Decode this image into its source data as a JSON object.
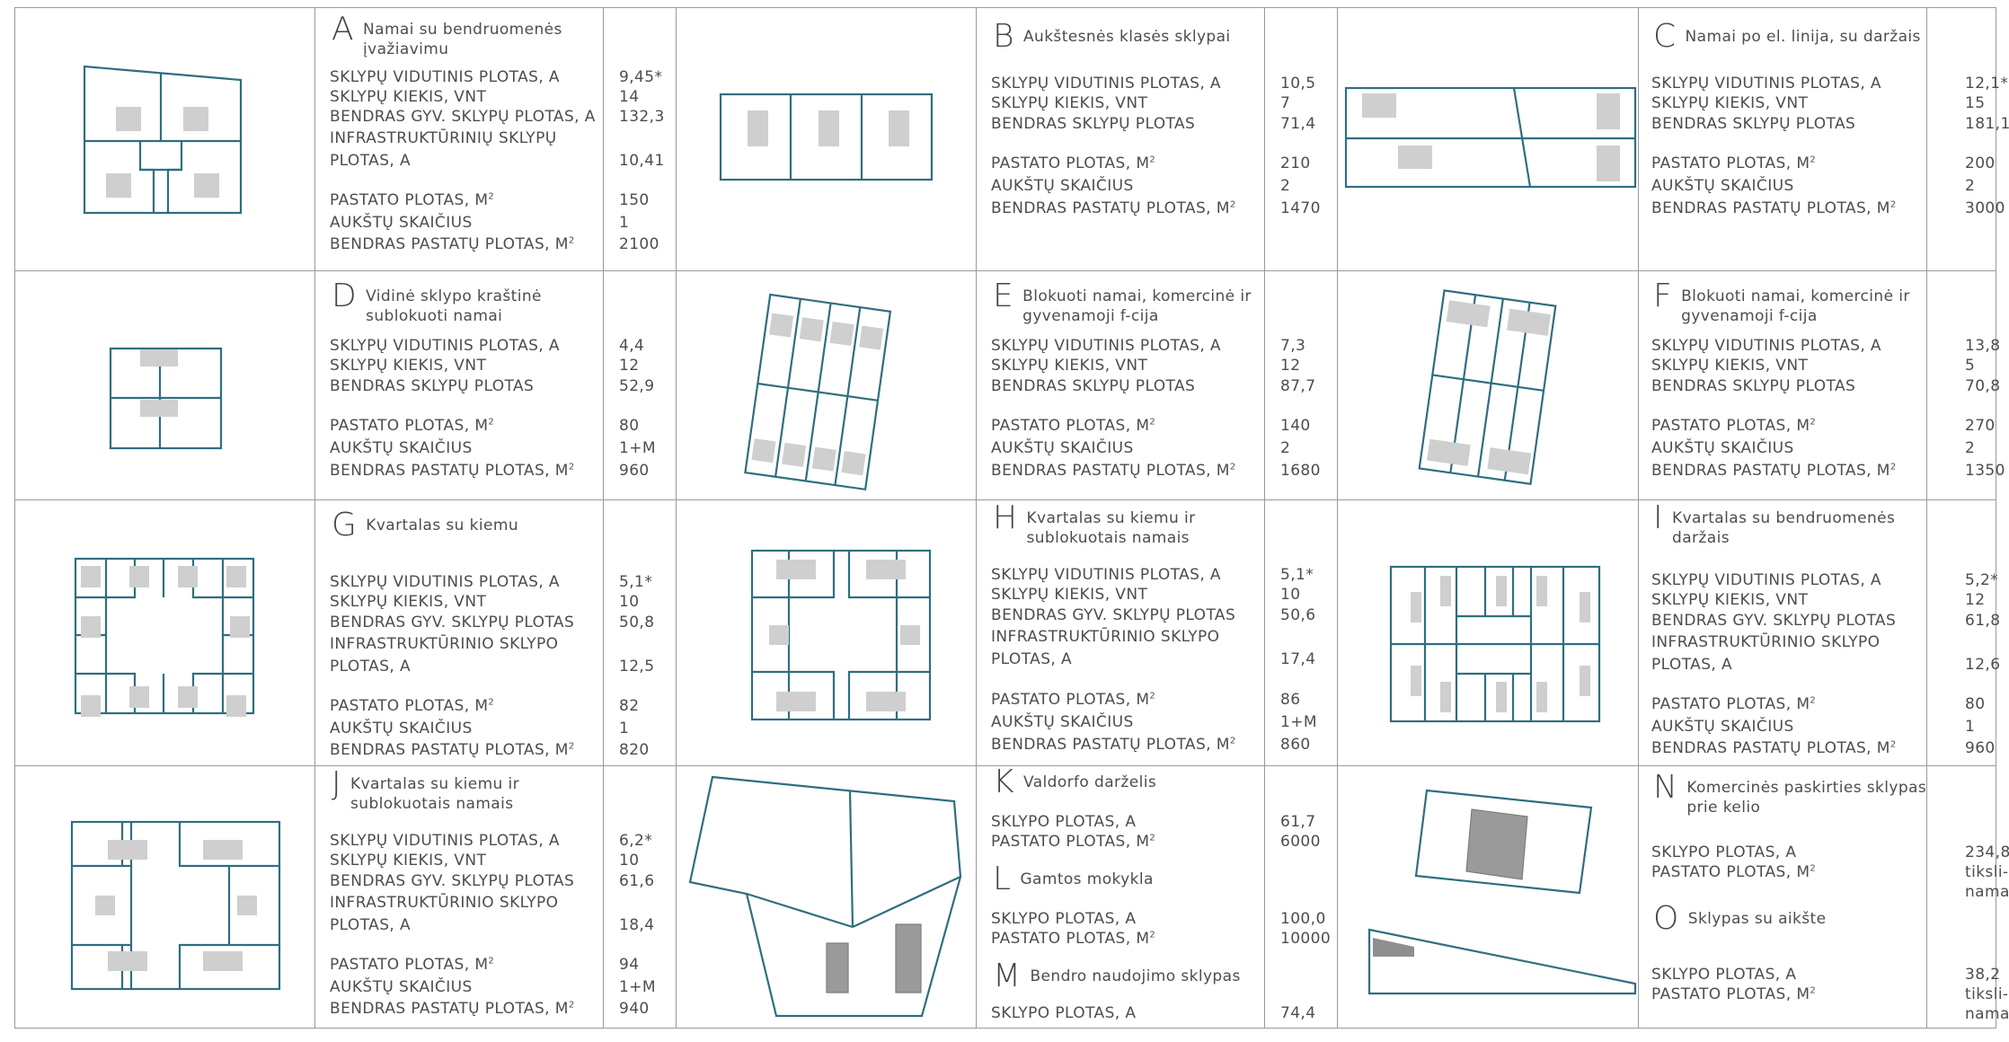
{
  "colors": {
    "lot_outline": "#2f6e80",
    "building": "#cfcfcf",
    "building_dark": "#9a9a9a",
    "grid": "#9a9a9a",
    "text": "#4d4d4d"
  },
  "blocks": {
    "A": {
      "letter": "A",
      "title1": "Namai su bendruomenės",
      "title2": "įvažiavimu",
      "rows": [
        {
          "label": "SKLYPŲ VIDUTINIS PLOTAS, A",
          "value": "9,45*"
        },
        {
          "label": "SKLYPŲ KIEKIS, VNT",
          "value": "14"
        },
        {
          "label": "BENDRAS GYV. SKLYPŲ PLOTAS, A",
          "value": "132,3"
        },
        {
          "label": "INFRASTRUKTŪRINIŲ SKLYPŲ",
          "value": ""
        },
        {
          "label": "PLOTAS, A",
          "value": "10,41"
        },
        {
          "label": "PASTATO PLOTAS, M",
          "value": "150",
          "sup": "2"
        },
        {
          "label": "AUKŠTŲ SKAIČIUS",
          "value": "1"
        },
        {
          "label": "BENDRAS PASTATŲ PLOTAS, M",
          "value": "2100",
          "sup": "2"
        }
      ]
    },
    "B": {
      "letter": "B",
      "title1": "Aukštesnės klasės sklypai",
      "title2": "",
      "rows": [
        {
          "label": "SKLYPŲ VIDUTINIS PLOTAS, A",
          "value": "10,5"
        },
        {
          "label": "SKLYPŲ KIEKIS, VNT",
          "value": "7"
        },
        {
          "label": "BENDRAS SKLYPŲ PLOTAS",
          "value": "71,4"
        },
        {
          "label": "PASTATO PLOTAS, M",
          "value": "210",
          "sup": "2"
        },
        {
          "label": "AUKŠTŲ SKAIČIUS",
          "value": "2"
        },
        {
          "label": "BENDRAS PASTATŲ PLOTAS, M",
          "value": "1470",
          "sup": "2"
        }
      ]
    },
    "C": {
      "letter": "C",
      "title1": "Namai po el. linija, su daržais",
      "title2": "",
      "rows": [
        {
          "label": "SKLYPŲ VIDUTINIS PLOTAS, A",
          "value": "12,1*"
        },
        {
          "label": "SKLYPŲ KIEKIS, VNT",
          "value": "15"
        },
        {
          "label": "BENDRAS SKLYPŲ PLOTAS",
          "value": "181,1"
        },
        {
          "label": "PASTATO PLOTAS, M",
          "value": "200",
          "sup": "2"
        },
        {
          "label": "AUKŠTŲ SKAIČIUS",
          "value": "2"
        },
        {
          "label": "BENDRAS PASTATŲ PLOTAS, M",
          "value": "3000",
          "sup": "2"
        }
      ]
    },
    "D": {
      "letter": "D",
      "title1": "Vidinė sklypo kraštinė",
      "title2": "sublokuoti namai",
      "rows": [
        {
          "label": "SKLYPŲ VIDUTINIS PLOTAS, A",
          "value": "4,4"
        },
        {
          "label": "SKLYPŲ KIEKIS, VNT",
          "value": "12"
        },
        {
          "label": "BENDRAS SKLYPŲ PLOTAS",
          "value": "52,9"
        },
        {
          "label": "PASTATO PLOTAS, M",
          "value": "80",
          "sup": "2"
        },
        {
          "label": "AUKŠTŲ SKAIČIUS",
          "value": "1+M"
        },
        {
          "label": "BENDRAS PASTATŲ PLOTAS, M",
          "value": "960",
          "sup": "2"
        }
      ]
    },
    "E": {
      "letter": "E",
      "title1": "Blokuoti namai, komercinė ir",
      "title2": "gyvenamoji f-cija",
      "rows": [
        {
          "label": "SKLYPŲ VIDUTINIS PLOTAS, A",
          "value": "7,3"
        },
        {
          "label": "SKLYPŲ KIEKIS, VNT",
          "value": "12"
        },
        {
          "label": "BENDRAS SKLYPŲ PLOTAS",
          "value": "87,7"
        },
        {
          "label": "PASTATO PLOTAS, M",
          "value": "140",
          "sup": "2"
        },
        {
          "label": "AUKŠTŲ SKAIČIUS",
          "value": "2"
        },
        {
          "label": "BENDRAS PASTATŲ PLOTAS, M",
          "value": "1680",
          "sup": "2"
        }
      ]
    },
    "F": {
      "letter": "F",
      "title1": "Blokuoti namai, komercinė ir",
      "title2": "gyvenamoji f-cija",
      "rows": [
        {
          "label": "SKLYPŲ VIDUTINIS PLOTAS, A",
          "value": "13,8"
        },
        {
          "label": "SKLYPŲ KIEKIS, VNT",
          "value": "5"
        },
        {
          "label": "BENDRAS SKLYPŲ PLOTAS",
          "value": "70,8"
        },
        {
          "label": "PASTATO PLOTAS, M",
          "value": "270",
          "sup": "2"
        },
        {
          "label": "AUKŠTŲ SKAIČIUS",
          "value": "2"
        },
        {
          "label": "BENDRAS PASTATŲ PLOTAS, M",
          "value": "1350",
          "sup": "2"
        }
      ]
    },
    "G": {
      "letter": "G",
      "title1": "Kvartalas su kiemu",
      "title2": "",
      "rows": [
        {
          "label": "SKLYPŲ VIDUTINIS PLOTAS, A",
          "value": "5,1*"
        },
        {
          "label": "SKLYPŲ KIEKIS, VNT",
          "value": "10"
        },
        {
          "label": "BENDRAS GYV. SKLYPŲ PLOTAS",
          "value": "50,8"
        },
        {
          "label": "INFRASTRUKTŪRINIO SKLYPO",
          "value": ""
        },
        {
          "label": "PLOTAS, A",
          "value": "12,5"
        },
        {
          "label": "PASTATO PLOTAS, M",
          "value": "82",
          "sup": "2"
        },
        {
          "label": "AUKŠTŲ SKAIČIUS",
          "value": "1"
        },
        {
          "label": "BENDRAS PASTATŲ PLOTAS, M",
          "value": "820",
          "sup": "2"
        }
      ]
    },
    "H": {
      "letter": "H",
      "title1": "Kvartalas su kiemu ir",
      "title2": "sublokuotais namais",
      "rows": [
        {
          "label": "SKLYPŲ VIDUTINIS PLOTAS, A",
          "value": "5,1*"
        },
        {
          "label": "SKLYPŲ KIEKIS, VNT",
          "value": "10"
        },
        {
          "label": "BENDRAS GYV. SKLYPŲ PLOTAS",
          "value": "50,6"
        },
        {
          "label": "INFRASTRUKTŪRINIO SKLYPO",
          "value": ""
        },
        {
          "label": "PLOTAS, A",
          "value": "17,4"
        },
        {
          "label": "PASTATO PLOTAS, M",
          "value": "86",
          "sup": "2"
        },
        {
          "label": "AUKŠTŲ SKAIČIUS",
          "value": "1+M"
        },
        {
          "label": "BENDRAS PASTATŲ PLOTAS, M",
          "value": "860",
          "sup": "2"
        }
      ]
    },
    "I": {
      "letter": "I",
      "title1": "Kvartalas su bendruomenės",
      "title2": "daržais",
      "rows": [
        {
          "label": "SKLYPŲ VIDUTINIS PLOTAS, A",
          "value": "5,2*"
        },
        {
          "label": "SKLYPŲ KIEKIS, VNT",
          "value": "12"
        },
        {
          "label": "BENDRAS GYV. SKLYPŲ PLOTAS",
          "value": "61,8"
        },
        {
          "label": "INFRASTRUKTŪRINIO SKLYPO",
          "value": ""
        },
        {
          "label": "PLOTAS, A",
          "value": "12,6"
        },
        {
          "label": "PASTATO PLOTAS, M",
          "value": "80",
          "sup": "2"
        },
        {
          "label": "AUKŠTŲ SKAIČIUS",
          "value": "1"
        },
        {
          "label": "BENDRAS PASTATŲ PLOTAS, M",
          "value": "960",
          "sup": "2"
        }
      ]
    },
    "J": {
      "letter": "J",
      "title1": "Kvartalas su kiemu ir",
      "title2": "sublokuotais namais",
      "rows": [
        {
          "label": "SKLYPŲ VIDUTINIS PLOTAS, A",
          "value": "6,2*"
        },
        {
          "label": "SKLYPŲ KIEKIS, VNT",
          "value": "10"
        },
        {
          "label": "BENDRAS GYV. SKLYPŲ PLOTAS",
          "value": "61,6"
        },
        {
          "label": "INFRASTRUKTŪRINIO SKLYPO",
          "value": ""
        },
        {
          "label": "PLOTAS, A",
          "value": "18,4"
        },
        {
          "label": "PASTATO PLOTAS, M",
          "value": "94",
          "sup": "2"
        },
        {
          "label": "AUKŠTŲ SKAIČIUS",
          "value": "1+M"
        },
        {
          "label": "BENDRAS PASTATŲ PLOTAS, M",
          "value": "940",
          "sup": "2"
        }
      ]
    },
    "K": {
      "letter": "K",
      "title1": "Valdorfo darželis",
      "rows": [
        {
          "label": "SKLYPO PLOTAS, A",
          "value": "61,7"
        },
        {
          "label": "PASTATO PLOTAS, M",
          "value": "6000",
          "sup": "2"
        }
      ]
    },
    "L": {
      "letter": "L",
      "title1": "Gamtos mokykla",
      "rows": [
        {
          "label": "SKLYPO PLOTAS, A",
          "value": "100,0"
        },
        {
          "label": "PASTATO PLOTAS, M",
          "value": "10000",
          "sup": "2"
        }
      ]
    },
    "M": {
      "letter": "M",
      "title1": "Bendro naudojimo sklypas",
      "rows": [
        {
          "label": "SKLYPO PLOTAS, A",
          "value": "74,4"
        }
      ]
    },
    "N": {
      "letter": "N",
      "title1": "Komercinės paskirties sklypas",
      "title2": "prie kelio",
      "rows": [
        {
          "label": "SKLYPO PLOTAS, A",
          "value": "234,8"
        },
        {
          "label": "PASTATO PLOTAS, M",
          "value": "tiksli-",
          "sup": "2"
        },
        {
          "label": "",
          "value": "nama"
        }
      ]
    },
    "O": {
      "letter": "O",
      "title1": "Sklypas su aikšte",
      "rows": [
        {
          "label": "SKLYPO PLOTAS, A",
          "value": "38,2"
        },
        {
          "label": "PASTATO PLOTAS, M",
          "value": "tiksli-",
          "sup": "2"
        },
        {
          "label": "",
          "value": "nama"
        }
      ]
    }
  }
}
